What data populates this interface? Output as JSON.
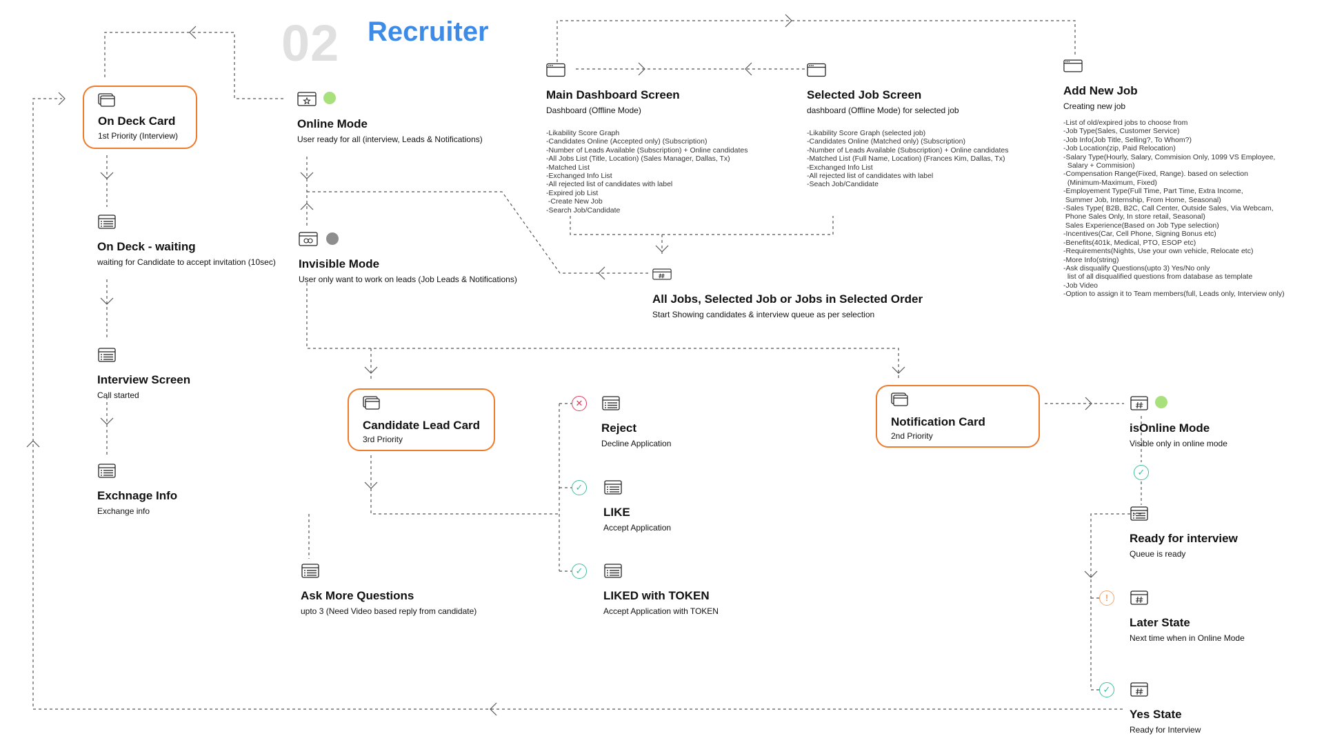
{
  "header": {
    "number": "02",
    "title": "Recruiter"
  },
  "colors": {
    "accent": "#ee7a2a",
    "title": "#3d8be6",
    "online": "#a8e07c",
    "offline": "#8e8e8e",
    "ok": "#3bbf9b",
    "reject": "#e5355a",
    "warn": "#f2a36b",
    "line": "#555555"
  },
  "nodes": {
    "on_deck_card": {
      "title": "On Deck Card",
      "sub": "1st Priority (Interview)"
    },
    "online_mode": {
      "title": "Online Mode",
      "sub": "User ready for all (interview, Leads & Notifications)"
    },
    "on_deck_waiting": {
      "title": "On Deck - waiting",
      "sub": "waiting for Candidate to accept invitation (10sec)"
    },
    "invisible_mode": {
      "title": "Invisible Mode",
      "sub": "User only want to work on leads (Job Leads & Notifications)"
    },
    "interview_screen": {
      "title": "Interview Screen",
      "sub": " Call started"
    },
    "exchange_info": {
      "title": "Exchnage Info",
      "sub": "Exchange info"
    },
    "main_dashboard": {
      "title": "Main Dashboard Screen",
      "sub": "Dashboard (Offline Mode)",
      "details": "-Likability Score Graph\n-Candidates Online (Accepted only) (Subscription)\n-Number of Leads Available (Subscription) + Online candidates\n-All Jobs List (Title, Location) (Sales Manager, Dallas, Tx)\n-Matched List\n-Exchanged Info List\n-All rejected list of candidates with label\n-Expired job List\n -Create New Job\n-Search Job/Candidate"
    },
    "selected_job": {
      "title": "Selected Job Screen",
      "sub": "dashboard (Offline Mode) for selected job",
      "details": "-Likability Score Graph (selected job)\n-Candidates Online (Matched only) (Subscription)\n-Number of Leads Available (Subscription) + Online candidates\n-Matched List (Full Name, Location) (Frances Kim, Dallas, Tx)\n-Exchanged Info List\n-All rejected list of candidates with label\n-Seach Job/Candidate"
    },
    "add_new_job": {
      "title": "Add New Job",
      "sub": "Creating new job",
      "details": "-List of old/expired jobs to choose from\n-Job Type(Sales, Customer Service)\n-Job Info(Job Title, Selling?, To Whom?)\n-Job Location(zip, Paid Relocation)\n-Salary Type(Hourly, Salary, Commision Only, 1099 VS Employee,\n  Salary + Commision)\n-Compensation Range(Fixed, Range). based on selection\n  (Minimum-Maximum, Fixed)\n-Employement Type(Full Time, Part Time, Extra Income,\n Summer Job, Internship, From Home, Seasonal)\n-Sales Type( B2B, B2C, Call Center, Outside Sales, Via Webcam,\n Phone Sales Only, In store retail, Seasonal)\n Sales Experience(Based on Job Type selection)\n-Incentives(Car, Cell Phone, Signing Bonus etc)\n-Benefits(401k, Medical, PTO, ESOP etc)\n-Requirements(Nights, Use your own vehicle, Relocate etc)\n-More Info(string)\n-Ask disqualify Questions(upto 3) Yes/No only\n  list of all disqualified questions from database as template\n-Job Video\n-Option to assign it to Team members(full, Leads only, Interview only)"
    },
    "all_jobs": {
      "title": "All Jobs, Selected Job or Jobs in Selected Order",
      "sub": "Start Showing candidates & interview queue as per selection"
    },
    "candidate_lead_card": {
      "title": "Candidate Lead Card",
      "sub": "3rd Priority"
    },
    "reject": {
      "title": "Reject",
      "sub": "Decline Application"
    },
    "like": {
      "title": "LIKE",
      "sub": "Accept Application"
    },
    "liked_token": {
      "title": "LIKED with TOKEN",
      "sub": "Accept Application with TOKEN"
    },
    "ask_more": {
      "title": "Ask More Questions",
      "sub": "upto 3 (Need Video based reply from candidate)"
    },
    "notification_card": {
      "title": "Notification Card",
      "sub": "2nd Priority"
    },
    "is_online": {
      "title": "isOnline Mode",
      "sub": "Visible only in online mode"
    },
    "ready_interview": {
      "title": "Ready for interview",
      "sub": "Queue is ready"
    },
    "later_state": {
      "title": "Later State",
      "sub": "Next time when in Online Mode"
    },
    "yes_state": {
      "title": "Yes State",
      "sub": "Ready for Interview"
    }
  }
}
